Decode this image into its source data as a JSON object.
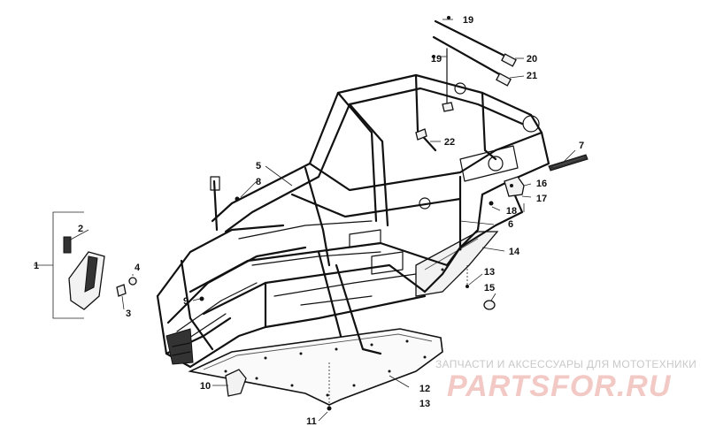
{
  "watermark": {
    "caption": "ЗАПЧАСТИ И АКСЕССУАРЫ ДЛЯ МОТОТЕХНИКИ",
    "logo": "PARTSFOR.RU"
  },
  "callouts": [
    {
      "id": "c1",
      "label": "1"
    },
    {
      "id": "c2",
      "label": "2"
    },
    {
      "id": "c3",
      "label": "3"
    },
    {
      "id": "c4",
      "label": "4"
    },
    {
      "id": "c5",
      "label": "5"
    },
    {
      "id": "c6",
      "label": "6"
    },
    {
      "id": "c7",
      "label": "7"
    },
    {
      "id": "c8",
      "label": "8"
    },
    {
      "id": "c9",
      "label": "9"
    },
    {
      "id": "c10",
      "label": "10"
    },
    {
      "id": "c11",
      "label": "11"
    },
    {
      "id": "c12",
      "label": "12"
    },
    {
      "id": "c13a",
      "label": "13"
    },
    {
      "id": "c13b",
      "label": "13"
    },
    {
      "id": "c14",
      "label": "14"
    },
    {
      "id": "c15",
      "label": "15"
    },
    {
      "id": "c16",
      "label": "16"
    },
    {
      "id": "c17",
      "label": "17"
    },
    {
      "id": "c18",
      "label": "18"
    },
    {
      "id": "c19a",
      "label": "19"
    },
    {
      "id": "c19b",
      "label": "19"
    },
    {
      "id": "c20",
      "label": "20"
    },
    {
      "id": "c21",
      "label": "21"
    },
    {
      "id": "c22",
      "label": "22"
    }
  ]
}
